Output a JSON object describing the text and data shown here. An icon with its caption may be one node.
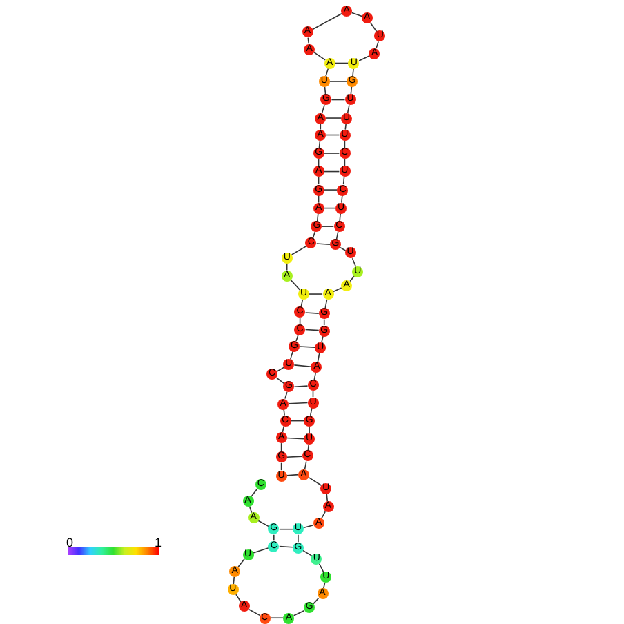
{
  "diagram": {
    "nodes": [
      {
        "text": [
          "U"
        ]
      },
      {
        "text": [
          "G"
        ]
      },
      {
        "text": [
          "A"
        ]
      },
      {
        "text": [
          "C"
        ]
      },
      {
        "text": [
          "A"
        ]
      },
      {
        "text": [
          "G"
        ]
      },
      {
        "text": [
          "C"
        ]
      },
      {
        "text": [
          "U"
        ]
      },
      {
        "text": [
          "G"
        ]
      },
      {
        "text": [
          "C"
        ]
      },
      {
        "text": [
          "C"
        ]
      },
      {
        "text": [
          "U"
        ]
      },
      {
        "text": [
          "A"
        ]
      },
      {
        "text": [
          "U"
        ]
      },
      {
        "text": [
          "C"
        ]
      },
      {
        "text": [
          "G"
        ]
      },
      {
        "text": [
          "A"
        ]
      },
      {
        "text": [
          "G"
        ]
      },
      {
        "text": [
          "A"
        ]
      },
      {
        "text": [
          "G"
        ]
      },
      {
        "text": [
          "A"
        ]
      },
      {
        "text": [
          "A"
        ]
      },
      {
        "text": [
          "G"
        ]
      },
      {
        "text": [
          "U"
        ]
      },
      {
        "text": [
          "A"
        ]
      },
      {
        "text": [
          "A"
        ]
      },
      {
        "text": [
          "A"
        ]
      },
      {
        "text": [
          "A"
        ]
      },
      {
        "text": [
          "A"
        ]
      },
      {
        "text": [
          "U"
        ]
      },
      {
        "text": [
          "A"
        ]
      },
      {
        "text": [
          "U"
        ]
      },
      {
        "text": [
          "G"
        ]
      },
      {
        "text": [
          "U"
        ]
      },
      {
        "text": [
          "U"
        ]
      },
      {
        "text": [
          "U"
        ]
      },
      {
        "text": [
          "C"
        ]
      },
      {
        "text": [
          "U"
        ]
      },
      {
        "text": [
          "C"
        ]
      },
      {
        "text": [
          "U"
        ]
      },
      {
        "text": [
          "C"
        ]
      },
      {
        "text": [
          "G"
        ]
      },
      {
        "text": [
          "U"
        ]
      },
      {
        "text": [
          "U"
        ]
      },
      {
        "text": [
          "A"
        ]
      },
      {
        "text": [
          "A"
        ]
      },
      {
        "text": [
          "G"
        ]
      },
      {
        "text": [
          "G"
        ]
      },
      {
        "text": [
          "U"
        ]
      },
      {
        "text": [
          "A"
        ]
      },
      {
        "text": [
          "C"
        ]
      },
      {
        "text": [
          "U"
        ]
      },
      {
        "text": [
          "G"
        ]
      },
      {
        "text": [
          "U"
        ]
      },
      {
        "text": [
          "C"
        ]
      },
      {
        "text": [
          "A"
        ]
      },
      {
        "text": [
          "U"
        ]
      },
      {
        "text": [
          "A"
        ]
      },
      {
        "text": [
          "A"
        ]
      },
      {
        "text": [
          "U"
        ]
      },
      {
        "text": [
          "G"
        ]
      },
      {
        "text": [
          "U"
        ]
      },
      {
        "text": [
          "U"
        ]
      },
      {
        "text": [
          "A"
        ]
      },
      {
        "text": [
          "G"
        ]
      },
      {
        "text": [
          "A"
        ]
      },
      {
        "text": [
          "C"
        ]
      },
      {
        "text": [
          "A"
        ]
      },
      {
        "text": [
          "U"
        ]
      },
      {
        "text": [
          "A"
        ]
      },
      {
        "text": [
          "U"
        ]
      },
      {
        "text": [
          "C"
        ]
      },
      {
        "text": [
          "G"
        ]
      },
      {
        "text": [
          "A"
        ]
      },
      {
        "text": [
          "A"
        ]
      },
      {
        "text": [
          "C"
        ]
      }
    ],
    "edges": [
      {
        "from": 0,
        "to": 1,
        "arrow": "none"
      },
      {
        "from": 1,
        "to": 2,
        "arrow": "none"
      },
      {
        "from": 2,
        "to": 3,
        "arrow": "none"
      },
      {
        "from": 3,
        "to": 4,
        "arrow": "none"
      },
      {
        "from": 4,
        "to": 5,
        "arrow": "none"
      },
      {
        "from": 5,
        "to": 6,
        "arrow": "none"
      },
      {
        "from": 6,
        "to": 7,
        "arrow": "none"
      },
      {
        "from": 7,
        "to": 8,
        "arrow": "none"
      },
      {
        "from": 8,
        "to": 9,
        "arrow": "none"
      },
      {
        "from": 9,
        "to": 10,
        "arrow": "none"
      },
      {
        "from": 10,
        "to": 11,
        "arrow": "none"
      },
      {
        "from": 11,
        "to": 12,
        "arrow": "none"
      },
      {
        "from": 12,
        "to": 13,
        "arrow": "none"
      },
      {
        "from": 13,
        "to": 14,
        "arrow": "none"
      },
      {
        "from": 14,
        "to": 15,
        "arrow": "none"
      },
      {
        "from": 15,
        "to": 16,
        "arrow": "none"
      },
      {
        "from": 16,
        "to": 17,
        "arrow": "none"
      },
      {
        "from": 17,
        "to": 18,
        "arrow": "none"
      },
      {
        "from": 18,
        "to": 19,
        "arrow": "none"
      },
      {
        "from": 19,
        "to": 20,
        "arrow": "none"
      },
      {
        "from": 20,
        "to": 21,
        "arrow": "none"
      },
      {
        "from": 21,
        "to": 22,
        "arrow": "none"
      },
      {
        "from": 22,
        "to": 23,
        "arrow": "none"
      },
      {
        "from": 23,
        "to": 24,
        "arrow": "none"
      },
      {
        "from": 24,
        "to": 25,
        "arrow": "none"
      },
      {
        "from": 25,
        "to": 26,
        "arrow": "none"
      },
      {
        "from": 26,
        "to": 27,
        "arrow": "none"
      },
      {
        "from": 27,
        "to": 28,
        "arrow": "none"
      },
      {
        "from": 28,
        "to": 29,
        "arrow": "none"
      },
      {
        "from": 29,
        "to": 30,
        "arrow": "none"
      },
      {
        "from": 30,
        "to": 31,
        "arrow": "none"
      },
      {
        "from": 31,
        "to": 32,
        "arrow": "none"
      },
      {
        "from": 32,
        "to": 33,
        "arrow": "none"
      },
      {
        "from": 33,
        "to": 34,
        "arrow": "none"
      },
      {
        "from": 34,
        "to": 35,
        "arrow": "none"
      },
      {
        "from": 35,
        "to": 36,
        "arrow": "none"
      },
      {
        "from": 36,
        "to": 37,
        "arrow": "none"
      },
      {
        "from": 37,
        "to": 38,
        "arrow": "none"
      },
      {
        "from": 38,
        "to": 39,
        "arrow": "none"
      },
      {
        "from": 39,
        "to": 40,
        "arrow": "none"
      },
      {
        "from": 40,
        "to": 41,
        "arrow": "none"
      },
      {
        "from": 41,
        "to": 42,
        "arrow": "none"
      },
      {
        "from": 42,
        "to": 43,
        "arrow": "none"
      },
      {
        "from": 43,
        "to": 44,
        "arrow": "none"
      },
      {
        "from": 44,
        "to": 45,
        "arrow": "none"
      },
      {
        "from": 45,
        "to": 46,
        "arrow": "none"
      },
      {
        "from": 46,
        "to": 47,
        "arrow": "none"
      },
      {
        "from": 47,
        "to": 48,
        "arrow": "none"
      },
      {
        "from": 48,
        "to": 49,
        "arrow": "none"
      },
      {
        "from": 49,
        "to": 50,
        "arrow": "none"
      },
      {
        "from": 50,
        "to": 51,
        "arrow": "none"
      },
      {
        "from": 51,
        "to": 52,
        "arrow": "none"
      },
      {
        "from": 52,
        "to": 53,
        "arrow": "none"
      },
      {
        "from": 53,
        "to": 54,
        "arrow": "none"
      },
      {
        "from": 54,
        "to": 55,
        "arrow": "none"
      },
      {
        "from": 55,
        "to": 56,
        "arrow": "none"
      },
      {
        "from": 56,
        "to": 57,
        "arrow": "none"
      },
      {
        "from": 57,
        "to": 58,
        "arrow": "none"
      },
      {
        "from": 58,
        "to": 59,
        "arrow": "none"
      },
      {
        "from": 59,
        "to": 60,
        "arrow": "none"
      },
      {
        "from": 60,
        "to": 61,
        "arrow": "none"
      },
      {
        "from": 61,
        "to": 62,
        "arrow": "none"
      },
      {
        "from": 62,
        "to": 63,
        "arrow": "none"
      },
      {
        "from": 63,
        "to": 64,
        "arrow": "none"
      },
      {
        "from": 64,
        "to": 65,
        "arrow": "none"
      },
      {
        "from": 65,
        "to": 66,
        "arrow": "none"
      },
      {
        "from": 66,
        "to": 67,
        "arrow": "none"
      },
      {
        "from": 67,
        "to": 68,
        "arrow": "none"
      },
      {
        "from": 68,
        "to": 69,
        "arrow": "none"
      },
      {
        "from": 69,
        "to": 70,
        "arrow": "none"
      },
      {
        "from": 70,
        "to": 71,
        "arrow": "none"
      },
      {
        "from": 71,
        "to": 72,
        "arrow": "none"
      },
      {
        "from": 72,
        "to": 73,
        "arrow": "none"
      },
      {
        "from": 73,
        "to": 74,
        "arrow": "none"
      },
      {
        "from": 74,
        "to": 75,
        "arrow": "none"
      },
      {
        "from": 0,
        "to": 55,
        "arrow": "none"
      },
      {
        "from": 1,
        "to": 54,
        "arrow": "none"
      },
      {
        "from": 2,
        "to": 53,
        "arrow": "none"
      },
      {
        "from": 3,
        "to": 52,
        "arrow": "none"
      },
      {
        "from": 4,
        "to": 51,
        "arrow": "none"
      },
      {
        "from": 5,
        "to": 50,
        "arrow": "none"
      },
      {
        "from": 7,
        "to": 49,
        "arrow": "none"
      },
      {
        "from": 8,
        "to": 48,
        "arrow": "none"
      },
      {
        "from": 9,
        "to": 47,
        "arrow": "none"
      },
      {
        "from": 10,
        "to": 46,
        "arrow": "none"
      },
      {
        "from": 11,
        "to": 45,
        "arrow": "none"
      },
      {
        "from": 14,
        "to": 41,
        "arrow": "none"
      },
      {
        "from": 15,
        "to": 40,
        "arrow": "none"
      },
      {
        "from": 16,
        "to": 39,
        "arrow": "none"
      },
      {
        "from": 17,
        "to": 38,
        "arrow": "none"
      },
      {
        "from": 18,
        "to": 37,
        "arrow": "none"
      },
      {
        "from": 19,
        "to": 36,
        "arrow": "none"
      },
      {
        "from": 20,
        "to": 35,
        "arrow": "none"
      },
      {
        "from": 21,
        "to": 34,
        "arrow": "none"
      },
      {
        "from": 22,
        "to": 33,
        "arrow": "none"
      },
      {
        "from": 23,
        "to": 32,
        "arrow": "none"
      },
      {
        "from": 24,
        "to": 31,
        "arrow": "none"
      },
      {
        "from": 59,
        "to": 72,
        "arrow": "none"
      },
      {
        "from": 60,
        "to": 71,
        "arrow": "none"
      }
    ],
    "labels": [
      "0",
      "1"
    ]
  }
}
